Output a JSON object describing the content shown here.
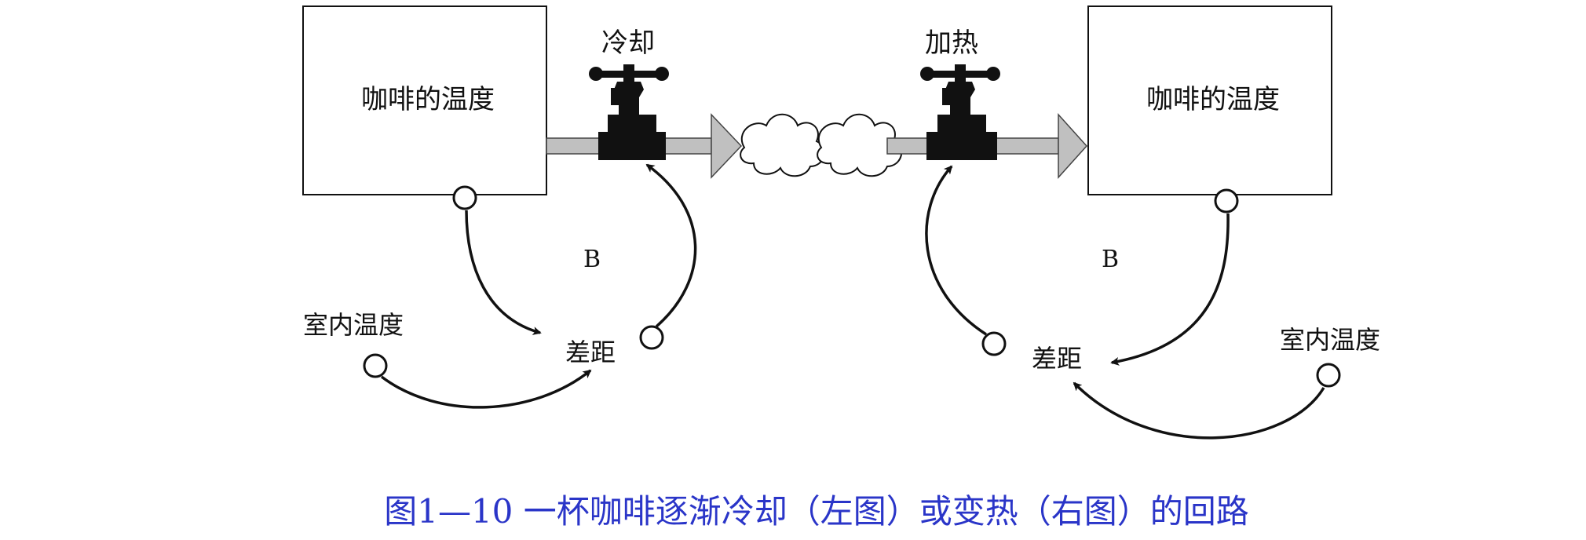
{
  "left": {
    "stock_label": "咖啡的温度",
    "valve_label": "冷却",
    "loop_label": "B",
    "room_temp_label": "室内温度",
    "gap_label": "差距"
  },
  "right": {
    "stock_label": "咖啡的温度",
    "valve_label": "加热",
    "loop_label": "B",
    "room_temp_label": "室内温度",
    "gap_label": "差距"
  },
  "caption": "图1—10 一杯咖啡逐渐冷却（左图）或变热（右图）的回路",
  "colors": {
    "stroke": "#111111",
    "flow_pipe": "#c0c0c0",
    "caption": "#2a35c8",
    "valve": "#111111"
  }
}
